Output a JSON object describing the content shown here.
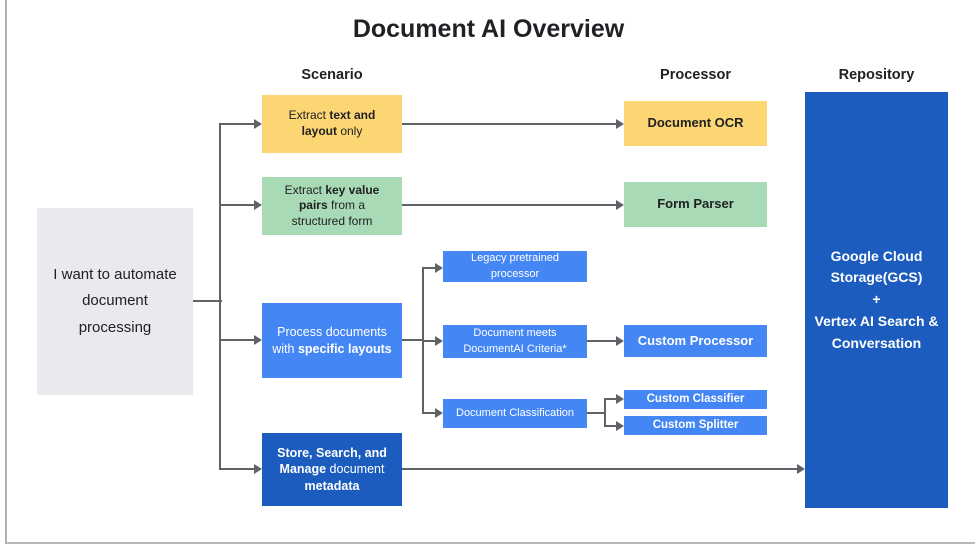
{
  "page": {
    "title": "Document AI Overview"
  },
  "columns": {
    "scenario": "Scenario",
    "processor": "Processor",
    "repository": "Repository"
  },
  "root_box": {
    "text": "I want to automate\ndocument\nprocessing"
  },
  "scenarios": [
    {
      "name": "extract-text-layout",
      "segments": [
        {
          "t": "Extract "
        },
        {
          "t": "text and\nlayout",
          "b": true
        },
        {
          "t": " only"
        }
      ]
    },
    {
      "name": "extract-key-value-pairs",
      "segments": [
        {
          "t": "Extract "
        },
        {
          "t": "key value\npairs",
          "b": true
        },
        {
          "t": " from a\nstructured form"
        }
      ]
    },
    {
      "name": "specific-layouts",
      "segments": [
        {
          "t": "Process documents\nwith "
        },
        {
          "t": "specific layouts",
          "b": true
        }
      ]
    },
    {
      "name": "store-search-manage",
      "segments": [
        {
          "t": "Store, Search, and\nManage",
          "b": true
        },
        {
          "t": " document\n"
        },
        {
          "t": "metadata",
          "b": true
        }
      ]
    }
  ],
  "intermediate": [
    {
      "label": "Legacy pretrained\nprocessor"
    },
    {
      "label": "Document meets\nDocumentAI Criteria*"
    },
    {
      "label": "Document Classification"
    }
  ],
  "processors": [
    {
      "label": "Document OCR"
    },
    {
      "label": "Form Parser"
    },
    {
      "label": "Custom Processor"
    },
    {
      "label": "Custom Classifier"
    },
    {
      "label": "Custom Splitter"
    }
  ],
  "repository": {
    "label": "Google Cloud\nStorage(GCS)\n+\nVertex AI Search &\nConversation"
  },
  "colors": {
    "yellow": "#FBD672",
    "green": "#A8DAB5",
    "blue": "#4486F4",
    "dark_blue": "#1C5CBE",
    "gray_box": "#E8EAED",
    "connector": "#5F6368",
    "text_dark": "#202124",
    "text_light": "#FFFFFF"
  }
}
